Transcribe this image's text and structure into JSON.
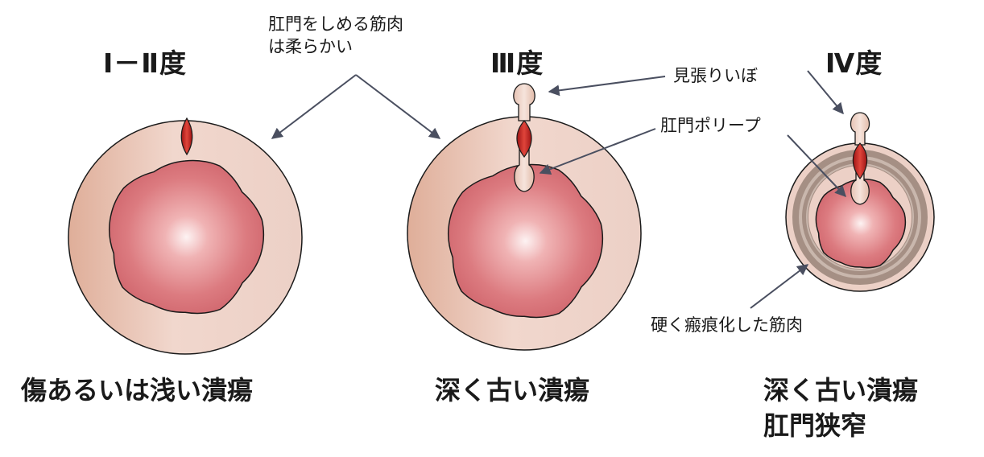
{
  "stages": [
    {
      "title": "Ⅰ－Ⅱ度",
      "caption": [
        "傷あるいは浅い潰瘍"
      ]
    },
    {
      "title": "Ⅲ度",
      "caption": [
        "深く古い潰瘍"
      ]
    },
    {
      "title": "Ⅳ度",
      "caption": [
        "深く古い潰瘍",
        "肛門狭窄"
      ]
    }
  ],
  "annotations": {
    "soft_muscle": [
      "肛門をしめる筋肉",
      "は柔らかい"
    ],
    "sentinel_pile": "見張りいぼ",
    "anal_polyp": "肛門ポリープ",
    "scarred_muscle": "硬く瘢痕化した筋肉"
  },
  "colors": {
    "outer_tissue": "#ecc9bb",
    "outer_tissue_edge": "#d8a995",
    "lumen_center": "#fbe9ea",
    "lumen_edge": "#d8656d",
    "ulcer": "#c8282a",
    "scar_ring": "#a58f84",
    "arrow": "#4a4f60"
  }
}
